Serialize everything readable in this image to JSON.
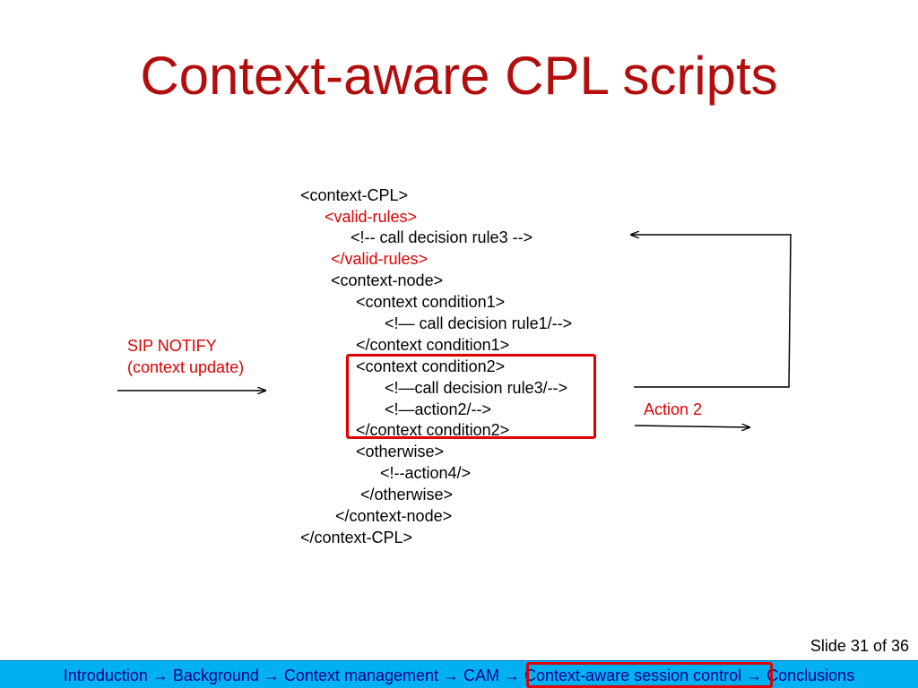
{
  "slide": {
    "title": "Context-aware CPL scripts",
    "slide_number": "Slide 31 of 36"
  },
  "code_lines": [
    "<context-CPL>",
    "<valid-rules>",
    "<!-- call decision rule3 -->",
    "</valid-rules>",
    "<context-node>",
    "<context condition1>",
    "<!— call decision rule1/-->",
    "</context condition1>",
    "<context condition2>",
    "<!—call decision rule3/-->",
    "<!—action2/-->",
    "</context condition2>",
    "<otherwise>",
    "<!--action4/>",
    "</otherwise>",
    "</context-node>",
    "</context-CPL>"
  ],
  "labels": {
    "sip_notify": "SIP NOTIFY",
    "context_update": "(context update)",
    "action2": "Action 2"
  },
  "nav": {
    "breadcrumb": "Introduction → Background → Context management → CAM → Context-aware session control → Conclusions"
  },
  "colors": {
    "title": "#b30d0d",
    "highlight": "#e00000",
    "nav_bg": "#00b0f0",
    "nav_text": "#00008b"
  }
}
